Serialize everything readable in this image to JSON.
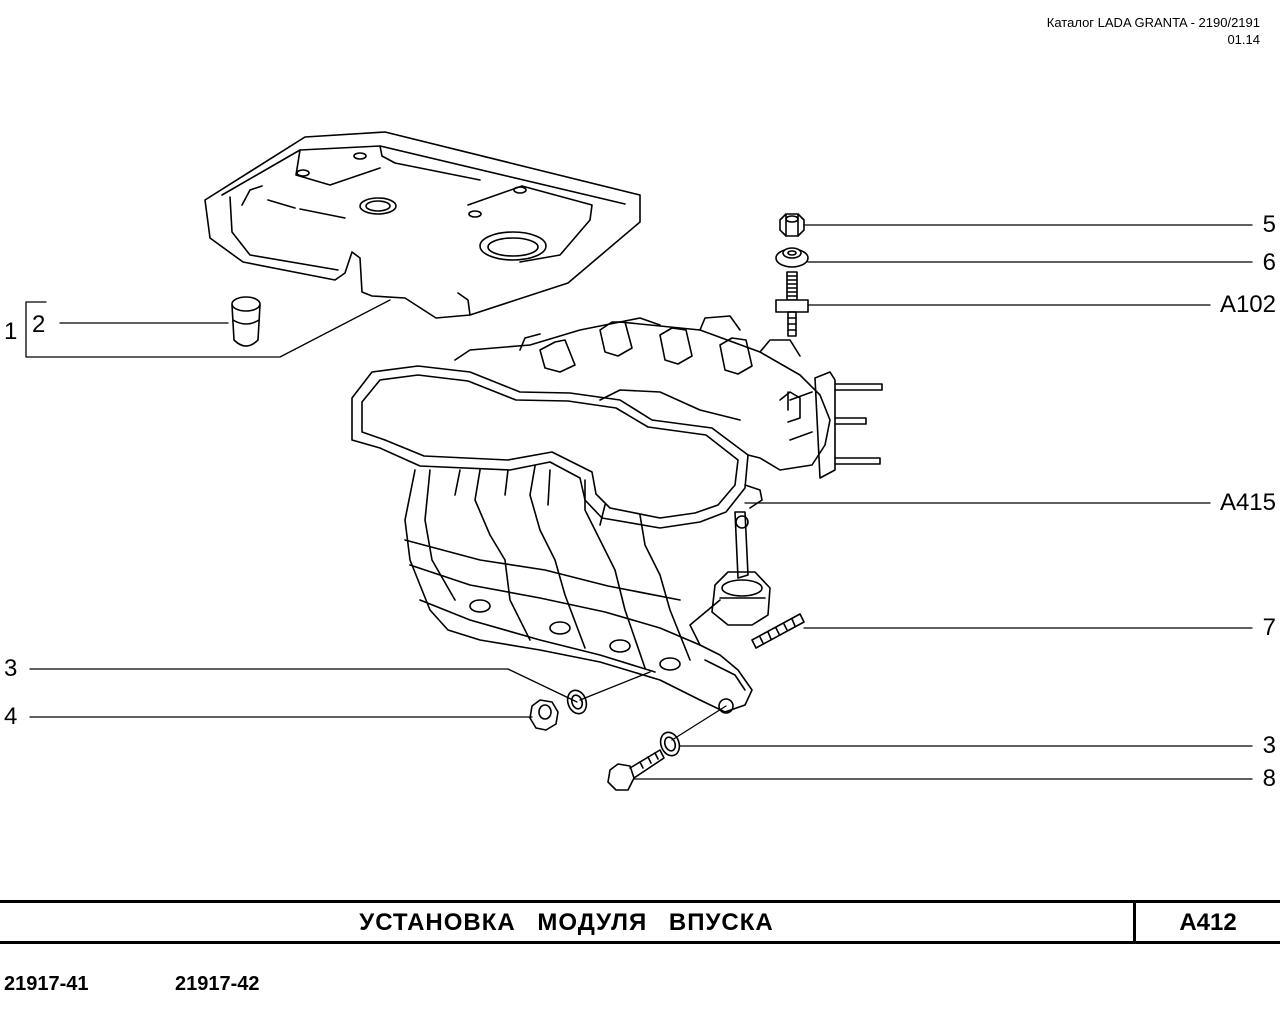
{
  "header": {
    "catalog": "Каталог  LADA  GRANTA - 2190/2191",
    "date": "01.14"
  },
  "labels": {
    "left": {
      "l1": "1",
      "l2": "2",
      "l3": "3",
      "l4": "4"
    },
    "right": {
      "r5": "5",
      "r6": "6",
      "rA102": "А102",
      "rA415": "А415",
      "r7": "7",
      "r3": "3",
      "r8": "8"
    }
  },
  "title": "УСТАНОВКА   МОДУЛЯ   ВПУСКА",
  "code": "А412",
  "variants": [
    "21917-41",
    "21917-42"
  ]
}
